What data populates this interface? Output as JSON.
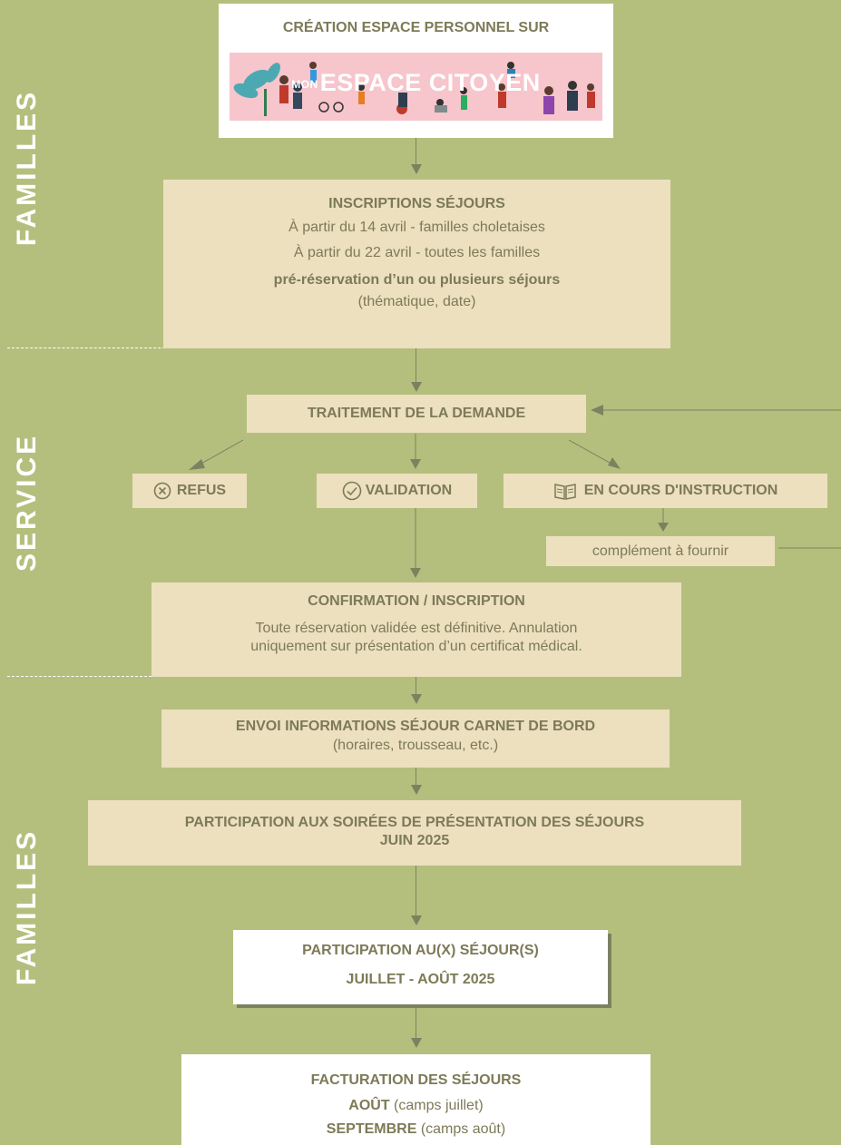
{
  "side_labels": {
    "top": "FAMILLES",
    "middle": "SERVICE",
    "bottom": "FAMILLES"
  },
  "step1": {
    "title": "CRÉATION ESPACE PERSONNEL SUR",
    "logo_small": "MON",
    "logo_main": "ESPACE CITOYEN"
  },
  "step2": {
    "title": "INSCRIPTIONS SÉJOURS",
    "line1": "À partir du 14 avril - familles choletaises",
    "line2": "À partir du 22 avril - toutes les familles",
    "line3_bold": "pré-réservation d’un ou plusieurs séjours",
    "line4": "(thématique, date)"
  },
  "step3": {
    "title": "TRAITEMENT DE LA DEMANDE"
  },
  "outcomes": {
    "refus": "REFUS",
    "validation": "VALIDATION",
    "instruction": "EN COURS D'INSTRUCTION",
    "complement": "complément à fournir"
  },
  "step4": {
    "title": "CONFIRMATION / INSCRIPTION",
    "line1": "Toute réservation validée est définitive. Annulation",
    "line2": "uniquement sur présentation d’un certificat médical."
  },
  "step5": {
    "title": "ENVOI INFORMATIONS SÉJOUR CARNET DE BORD",
    "sub": "(horaires, trousseau, etc.)"
  },
  "step6": {
    "title": "PARTICIPATION AUX SOIRÉES DE PRÉSENTATION DES SÉJOURS",
    "sub": "JUIN 2025"
  },
  "step7": {
    "title": "PARTICIPATION AU(X) SÉJOUR(S)",
    "sub": "JUILLET - AOÛT 2025"
  },
  "step8": {
    "title": "FACTURATION DES SÉJOURS",
    "line1_bold": "AOÛT",
    "line1_rest": " (camps juillet)",
    "line2_bold": "SEPTEMBRE",
    "line2_rest": " (camps août)"
  },
  "colors": {
    "background": "#b5bf7d",
    "box": "#ece0bf",
    "text": "#7d7a57",
    "connector": "#7e8160",
    "banner": "#f7c5cc"
  },
  "icons": {
    "refus": "circle-x-icon",
    "validation": "circle-check-icon",
    "instruction": "open-book-icon"
  }
}
